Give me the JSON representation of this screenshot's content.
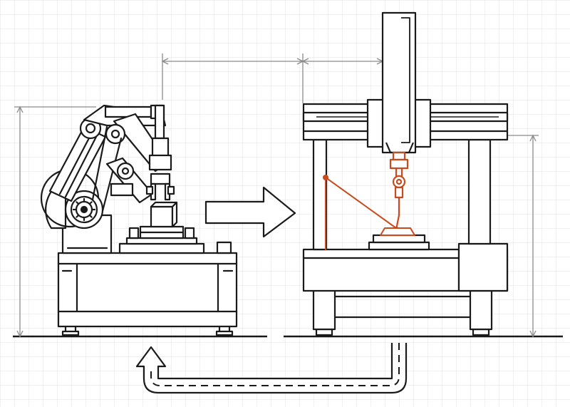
{
  "diagram": {
    "nodes": [
      {
        "id": "robot-arm",
        "label": ""
      },
      {
        "id": "measuring-machine",
        "label": ""
      }
    ],
    "edges": [
      {
        "from": "robot-arm",
        "to": "measuring-machine",
        "style": "solid-arrow",
        "label": ""
      },
      {
        "from": "measuring-machine",
        "to": "robot-arm",
        "style": "dashed-return-arrow",
        "label": ""
      }
    ]
  },
  "colors": {
    "background": "#ffffff",
    "grid": "#e2e2e2",
    "line": "#1a1a1a",
    "accent": "#c94a1c",
    "dimension": "#8a8a8a"
  }
}
